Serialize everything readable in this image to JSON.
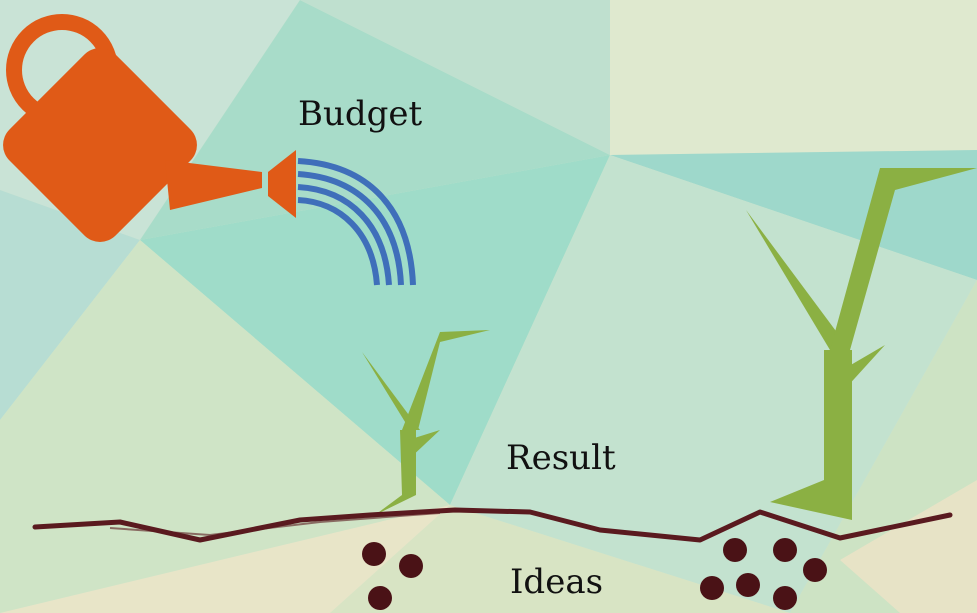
{
  "labels": {
    "budget": "Budget",
    "result": "Result",
    "ideas": "Ideas"
  },
  "colors": {
    "watering_can": "#e05a17",
    "water_stream": "#3f6fba",
    "plant": "#8bb043",
    "soil_line": "#5a1a1f",
    "seeds": "#4a1216"
  },
  "icons": [
    "watering-can-icon",
    "water-stream-icon",
    "small-plant-icon",
    "large-plant-icon",
    "soil-line",
    "seed-icon"
  ]
}
